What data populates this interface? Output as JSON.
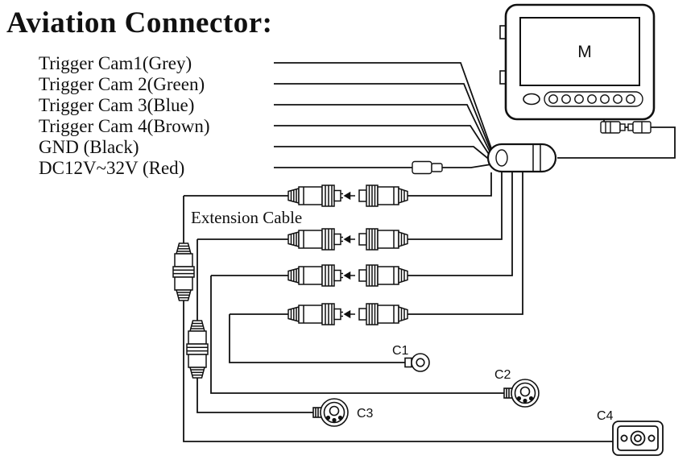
{
  "title": "Aviation Connector:",
  "wire_labels": [
    "Trigger Cam1(Grey)",
    "Trigger Cam 2(Green)",
    "Trigger Cam 3(Blue)",
    "Trigger Cam 4(Brown)",
    "GND (Black)",
    "DC12V~32V (Red)"
  ],
  "extension_cable_label": "Extension Cable",
  "monitor": {
    "screen_label": "M"
  },
  "cameras": {
    "c1": "C1",
    "c2": "C2",
    "c3": "C3",
    "c4": "C4"
  },
  "colors": {
    "line": "#111111",
    "background": "#ffffff"
  }
}
